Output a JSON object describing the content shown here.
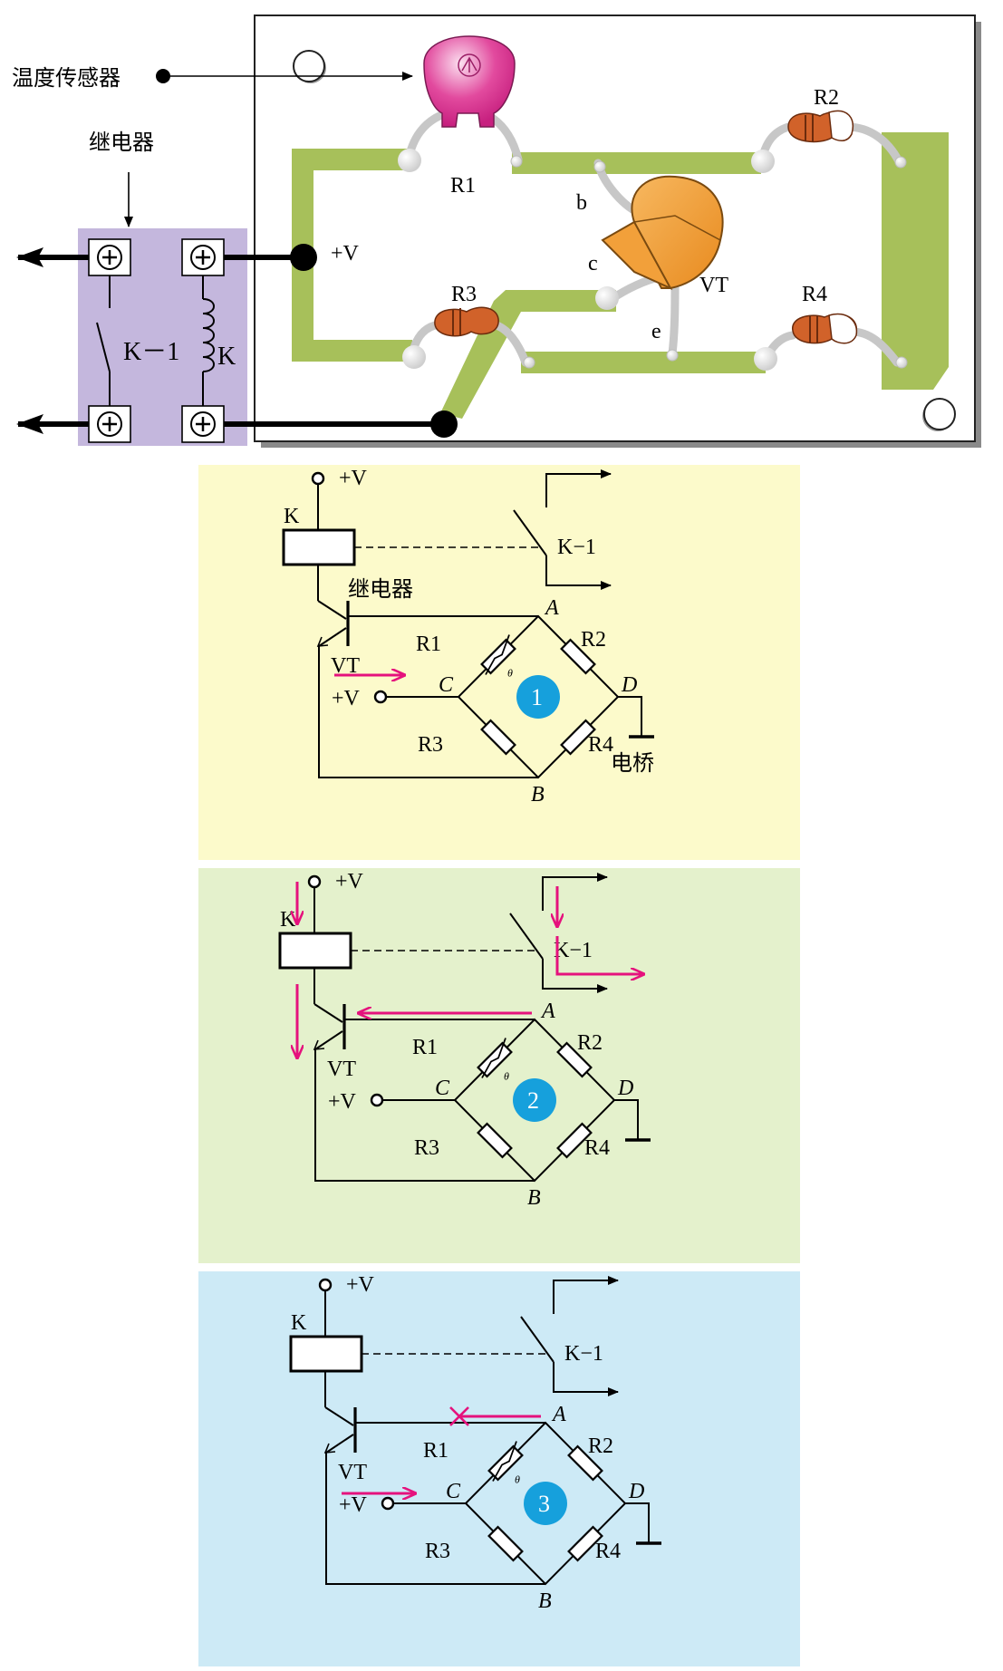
{
  "board": {
    "sensor_label": "温度传感器",
    "relay_label": "继电器",
    "r1": "R1",
    "r2": "R2",
    "r3": "R3",
    "r4": "R4",
    "b": "b",
    "c": "c",
    "e": "e",
    "vt": "VT",
    "plus_v": "+V",
    "k1": "K－1",
    "k": "K"
  },
  "panels": [
    {
      "background": "#fcfacb",
      "badge": "1",
      "plus_v": "+V",
      "plus_v_in": "+V",
      "k": "K",
      "k1": "K−1",
      "vt": "VT",
      "relay_label": "继电器",
      "bridge_label": "电桥",
      "r1": "R1",
      "r2": "R2",
      "r3": "R3",
      "r4": "R4",
      "a": "A",
      "b": "B",
      "c": "C",
      "d": "D"
    },
    {
      "background": "#e4f1cc",
      "badge": "2",
      "plus_v": "+V",
      "plus_v_in": "+V",
      "k": "K",
      "k1": "K−1",
      "vt": "VT",
      "r1": "R1",
      "r2": "R2",
      "r3": "R3",
      "r4": "R4",
      "a": "A",
      "b": "B",
      "c": "C",
      "d": "D"
    },
    {
      "background": "#cdeaf6",
      "badge": "3",
      "plus_v": "+V",
      "plus_v_in": "+V",
      "k": "K",
      "k1": "K−1",
      "vt": "VT",
      "r1": "R1",
      "r2": "R2",
      "r3": "R3",
      "r4": "R4",
      "a": "A",
      "b": "B",
      "c": "C",
      "d": "D"
    }
  ],
  "colors": {
    "trace": "#a7c05a",
    "relay_box": "#c4b7dd",
    "thermistor": "#e24a9e",
    "transistor": "#f2a03a",
    "resistor": "#d1622a",
    "arrow": "#e5127d",
    "badge": "#16a0dc"
  }
}
